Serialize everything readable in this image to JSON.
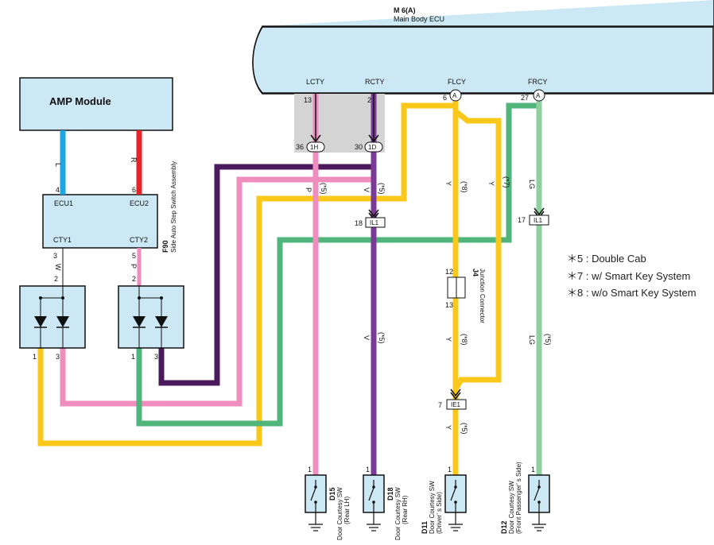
{
  "ecu": {
    "code": "M 6(A)",
    "name": "Main Body ECU",
    "terminals": [
      {
        "name": "LCTY",
        "pin": "13"
      },
      {
        "name": "RCTY",
        "pin": "2"
      },
      {
        "name": "FLCY",
        "pin": "6",
        "conn": "A"
      },
      {
        "name": "FRCY",
        "pin": "27",
        "conn": "A"
      }
    ]
  },
  "junction_labels": [
    {
      "pin": "36",
      "conn": "1H"
    },
    {
      "pin": "30",
      "conn": "1D"
    }
  ],
  "amp": {
    "title": "AMP Module",
    "wire_left": "L",
    "wire_right": "R"
  },
  "f90": {
    "code": "F90",
    "name": "Side Auto Step Switch Assembly",
    "pin_ecu1": "4",
    "pin_ecu2": "6",
    "ecu1": "ECU1",
    "ecu2": "ECU2",
    "cty1": "CTY1",
    "cty2": "CTY2",
    "pin_cty1": "3",
    "pin_cty2": "5"
  },
  "step_switches": {
    "left": {
      "wire": "W",
      "top_pin": "2",
      "pin_a": "1",
      "pin_b": "3"
    },
    "right": {
      "wire": "P",
      "top_pin": "2",
      "pin_a": "1",
      "pin_b": "3"
    }
  },
  "wire_labels": {
    "lcty": {
      "color": "P",
      "note": "(*5)"
    },
    "rcty": {
      "color": "V",
      "note": "(*5)"
    },
    "rcty_lower": {
      "color": "V",
      "note": "(*5)"
    },
    "flcy": {
      "color": "Y",
      "note": "(*8)"
    },
    "flcy_mid": {
      "color": "Y",
      "note": "(*8)"
    },
    "flcy_bottom": {
      "color": "Y",
      "note": "(*5)"
    },
    "flcy_alt": {
      "color": "Y",
      "note": "(*7)"
    },
    "frcy": {
      "color": "LG"
    },
    "frcy_lower": {
      "color": "LG",
      "note": "(*5)"
    }
  },
  "connectors": {
    "il1_left": {
      "pin": "18",
      "name": "IL1"
    },
    "il1_right": {
      "pin": "17",
      "name": "IL1"
    },
    "ie1": {
      "pin": "7",
      "name": "IE1"
    },
    "j4": {
      "code": "J4",
      "name": "Junction Connector",
      "pin_top": "12",
      "pin_bottom": "13"
    }
  },
  "legend": [
    "＊5 : Double Cab",
    "＊7 : w/ Smart Key System",
    "＊8 : w/o Smart Key System"
  ],
  "door_switches": [
    {
      "code": "D15",
      "name": "Door Courtesy SW",
      "side": "(Rear LH)",
      "pin": "1"
    },
    {
      "code": "D18",
      "name": "Door Courtesy SW",
      "side": "(Rear RH)",
      "pin": "1"
    },
    {
      "code": "D11",
      "name": "Door Courtesy SW",
      "side": "(Driver’ s Side)",
      "pin": "1"
    },
    {
      "code": "D12",
      "name": "Door Courtesy SW",
      "side": "(Front Passenger’ s Side)",
      "pin": "1"
    }
  ],
  "colors": {
    "yellow": "#f9c81a",
    "pink": "#ef8ebe",
    "magenta": "#e63f8b",
    "purple_dark": "#4a1a5c",
    "violet": "#7a3a96",
    "green": "#4fb57a",
    "light_green": "#8fd0a0",
    "blue": "#1ea6e0",
    "red": "#e4262c",
    "box_fill": "#cce8f4",
    "grey_fill": "#d4d4d4"
  }
}
